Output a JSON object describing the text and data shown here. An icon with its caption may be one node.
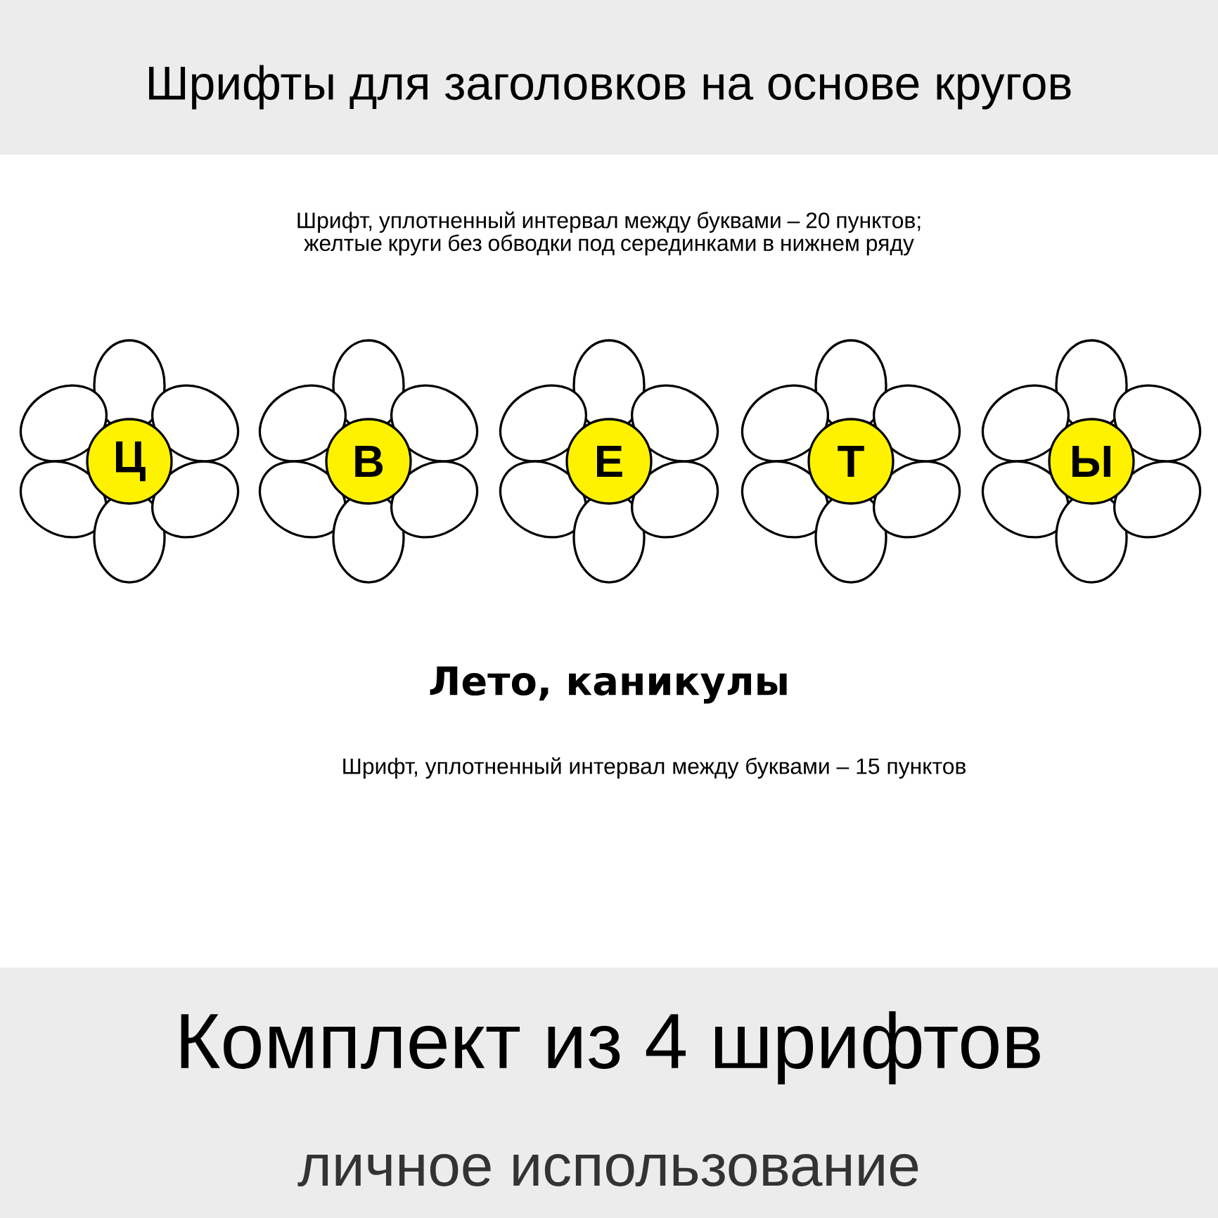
{
  "diagram": {
    "title": "Шрифты для заголовков на основе кругов",
    "nodes": [
      {
        "text": [
          "Ц"
        ]
      },
      {
        "text": [
          "В"
        ]
      },
      {
        "text": [
          "Е"
        ]
      },
      {
        "text": [
          "Т"
        ]
      },
      {
        "text": [
          "Ы"
        ]
      }
    ],
    "labels": [
      "Шрифт, уплотненный интервал между буквами – 20 пунктов; желтые круги без обводки под серединками в нижнем ряду",
      "Лето, каникулы",
      "Шрифт, уплотненный интервал между буквами – 15 пунктов",
      "Комплект из 4 шрифтов",
      "личное использование"
    ]
  }
}
